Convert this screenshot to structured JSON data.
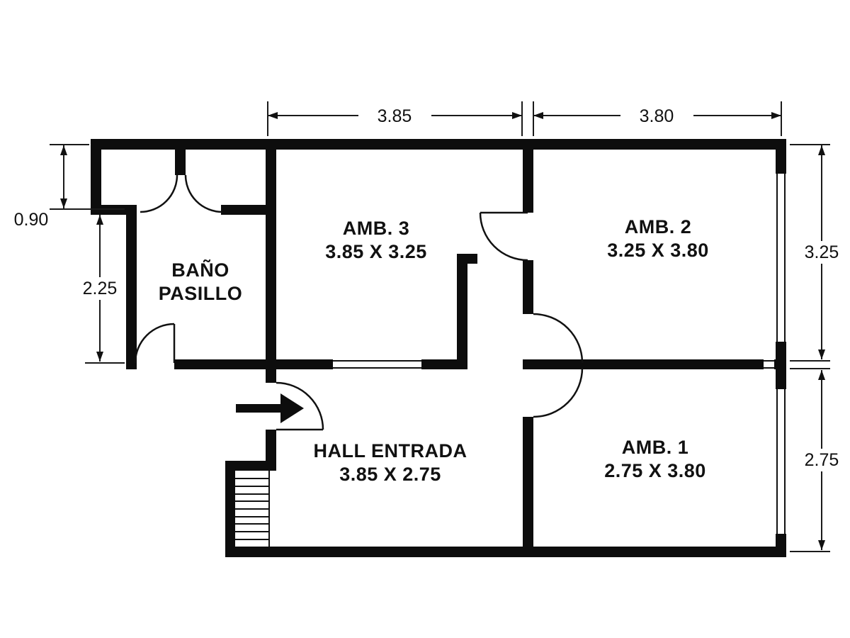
{
  "plan": {
    "rooms": [
      {
        "lines": [
          "AMB. 3",
          "3.85 X 3.25"
        ]
      },
      {
        "lines": [
          "AMB. 2",
          "3.25 X 3.80"
        ]
      },
      {
        "lines": [
          "BAÑO",
          "PASILLO"
        ]
      },
      {
        "lines": [
          "HALL ENTRADA",
          "3.85 X 2.75"
        ]
      },
      {
        "lines": [
          "AMB. 1",
          "2.75 X 3.80"
        ]
      }
    ],
    "dimensions": {
      "top_left": "3.85",
      "top_right": "3.80",
      "left_top": "0.90",
      "left_bottom": "2.25",
      "right_top": "3.25",
      "right_bottom": "2.75"
    },
    "colors": {
      "wall": "#0d0d0d",
      "line": "#111111",
      "background": "#ffffff"
    }
  }
}
